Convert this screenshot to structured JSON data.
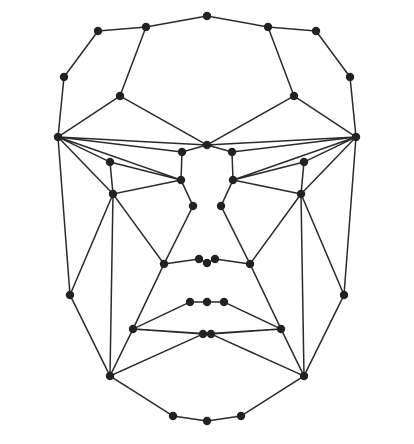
{
  "diagram": {
    "type": "facial-landmark-mesh",
    "colors": {
      "background": "#ffffff",
      "edge": "#2a2a2a",
      "node": "#222222"
    },
    "nodes": [
      {
        "id": "forehead-top-center"
      },
      {
        "id": "forehead-top-left"
      },
      {
        "id": "forehead-top-right"
      },
      {
        "id": "forehead-corner-left"
      },
      {
        "id": "forehead-corner-right"
      },
      {
        "id": "temple-upper-left"
      },
      {
        "id": "temple-upper-right"
      },
      {
        "id": "brow-mid-left"
      },
      {
        "id": "brow-mid-right"
      },
      {
        "id": "temple-left"
      },
      {
        "id": "temple-right"
      },
      {
        "id": "glabella"
      },
      {
        "id": "inner-brow-left"
      },
      {
        "id": "inner-brow-right"
      },
      {
        "id": "eye-outer-upper-left"
      },
      {
        "id": "eye-outer-upper-right"
      },
      {
        "id": "eye-inner-left"
      },
      {
        "id": "eye-inner-right"
      },
      {
        "id": "eye-outer-lower-left"
      },
      {
        "id": "eye-outer-lower-right"
      },
      {
        "id": "nose-bridge-left"
      },
      {
        "id": "nose-bridge-right"
      },
      {
        "id": "nose-wing-left"
      },
      {
        "id": "nose-wing-right"
      },
      {
        "id": "nostril-left"
      },
      {
        "id": "nose-tip"
      },
      {
        "id": "nostril-right"
      },
      {
        "id": "cheek-left"
      },
      {
        "id": "cheek-right"
      },
      {
        "id": "upper-lip-left"
      },
      {
        "id": "upper-lip-center"
      },
      {
        "id": "upper-lip-right"
      },
      {
        "id": "mouth-corner-left"
      },
      {
        "id": "mouth-corner-right"
      },
      {
        "id": "lower-lip-left"
      },
      {
        "id": "lower-lip-right"
      },
      {
        "id": "jaw-left"
      },
      {
        "id": "jaw-right"
      },
      {
        "id": "chin-left"
      },
      {
        "id": "chin-center"
      },
      {
        "id": "chin-right"
      }
    ],
    "edges": [
      [
        "forehead-corner-left",
        "forehead-top-left"
      ],
      [
        "forehead-top-left",
        "forehead-top-center"
      ],
      [
        "forehead-top-center",
        "forehead-top-right"
      ],
      [
        "forehead-top-right",
        "forehead-corner-right"
      ],
      [
        "forehead-corner-left",
        "temple-upper-left"
      ],
      [
        "temple-upper-left",
        "temple-left"
      ],
      [
        "forehead-corner-right",
        "temple-upper-right"
      ],
      [
        "temple-upper-right",
        "temple-right"
      ],
      [
        "forehead-top-left",
        "brow-mid-left"
      ],
      [
        "forehead-top-right",
        "brow-mid-right"
      ],
      [
        "brow-mid-left",
        "temple-left"
      ],
      [
        "brow-mid-left",
        "glabella"
      ],
      [
        "brow-mid-right",
        "temple-right"
      ],
      [
        "brow-mid-right",
        "glabella"
      ],
      [
        "temple-left",
        "inner-brow-left"
      ],
      [
        "inner-brow-left",
        "glabella"
      ],
      [
        "temple-left",
        "glabella"
      ],
      [
        "temple-right",
        "inner-brow-right"
      ],
      [
        "inner-brow-right",
        "glabella"
      ],
      [
        "temple-right",
        "glabella"
      ],
      [
        "temple-left",
        "eye-outer-upper-left"
      ],
      [
        "eye-outer-upper-left",
        "eye-inner-left"
      ],
      [
        "temple-left",
        "eye-inner-left"
      ],
      [
        "temple-left",
        "eye-outer-lower-left"
      ],
      [
        "eye-outer-lower-left",
        "eye-inner-left"
      ],
      [
        "eye-outer-upper-left",
        "eye-outer-lower-left"
      ],
      [
        "inner-brow-left",
        "eye-inner-left"
      ],
      [
        "temple-right",
        "eye-outer-upper-right"
      ],
      [
        "eye-outer-upper-right",
        "eye-inner-right"
      ],
      [
        "temple-right",
        "eye-inner-right"
      ],
      [
        "temple-right",
        "eye-outer-lower-right"
      ],
      [
        "eye-outer-lower-right",
        "eye-inner-right"
      ],
      [
        "eye-outer-upper-right",
        "eye-outer-lower-right"
      ],
      [
        "inner-brow-right",
        "eye-inner-right"
      ],
      [
        "eye-inner-left",
        "nose-bridge-left"
      ],
      [
        "eye-inner-right",
        "nose-bridge-right"
      ],
      [
        "nose-bridge-left",
        "nose-wing-left"
      ],
      [
        "nose-bridge-right",
        "nose-wing-right"
      ],
      [
        "eye-outer-lower-left",
        "nose-wing-left"
      ],
      [
        "eye-outer-lower-right",
        "nose-wing-right"
      ],
      [
        "nose-wing-left",
        "nostril-left"
      ],
      [
        "nostril-left",
        "nose-tip"
      ],
      [
        "nose-tip",
        "nostril-right"
      ],
      [
        "nostril-right",
        "nose-wing-right"
      ],
      [
        "temple-left",
        "cheek-left"
      ],
      [
        "cheek-left",
        "jaw-left"
      ],
      [
        "temple-right",
        "cheek-right"
      ],
      [
        "cheek-right",
        "jaw-right"
      ],
      [
        "eye-outer-lower-left",
        "cheek-left"
      ],
      [
        "eye-outer-lower-right",
        "cheek-right"
      ],
      [
        "nose-wing-left",
        "mouth-corner-left"
      ],
      [
        "nose-wing-right",
        "mouth-corner-right"
      ],
      [
        "mouth-corner-left",
        "upper-lip-left"
      ],
      [
        "upper-lip-left",
        "upper-lip-center"
      ],
      [
        "upper-lip-center",
        "upper-lip-right"
      ],
      [
        "upper-lip-right",
        "mouth-corner-right"
      ],
      [
        "mouth-corner-left",
        "lower-lip-left"
      ],
      [
        "lower-lip-left",
        "lower-lip-right"
      ],
      [
        "lower-lip-right",
        "mouth-corner-right"
      ],
      [
        "mouth-corner-left",
        "lower-lip-right"
      ],
      [
        "lower-lip-left",
        "mouth-corner-right"
      ],
      [
        "mouth-corner-left",
        "jaw-left"
      ],
      [
        "mouth-corner-right",
        "jaw-right"
      ],
      [
        "eye-outer-lower-left",
        "jaw-left"
      ],
      [
        "eye-outer-lower-right",
        "jaw-right"
      ],
      [
        "jaw-left",
        "lower-lip-left"
      ],
      [
        "jaw-right",
        "lower-lip-right"
      ],
      [
        "jaw-left",
        "chin-left"
      ],
      [
        "chin-left",
        "chin-center"
      ],
      [
        "chin-center",
        "chin-right"
      ],
      [
        "chin-right",
        "jaw-right"
      ]
    ]
  }
}
